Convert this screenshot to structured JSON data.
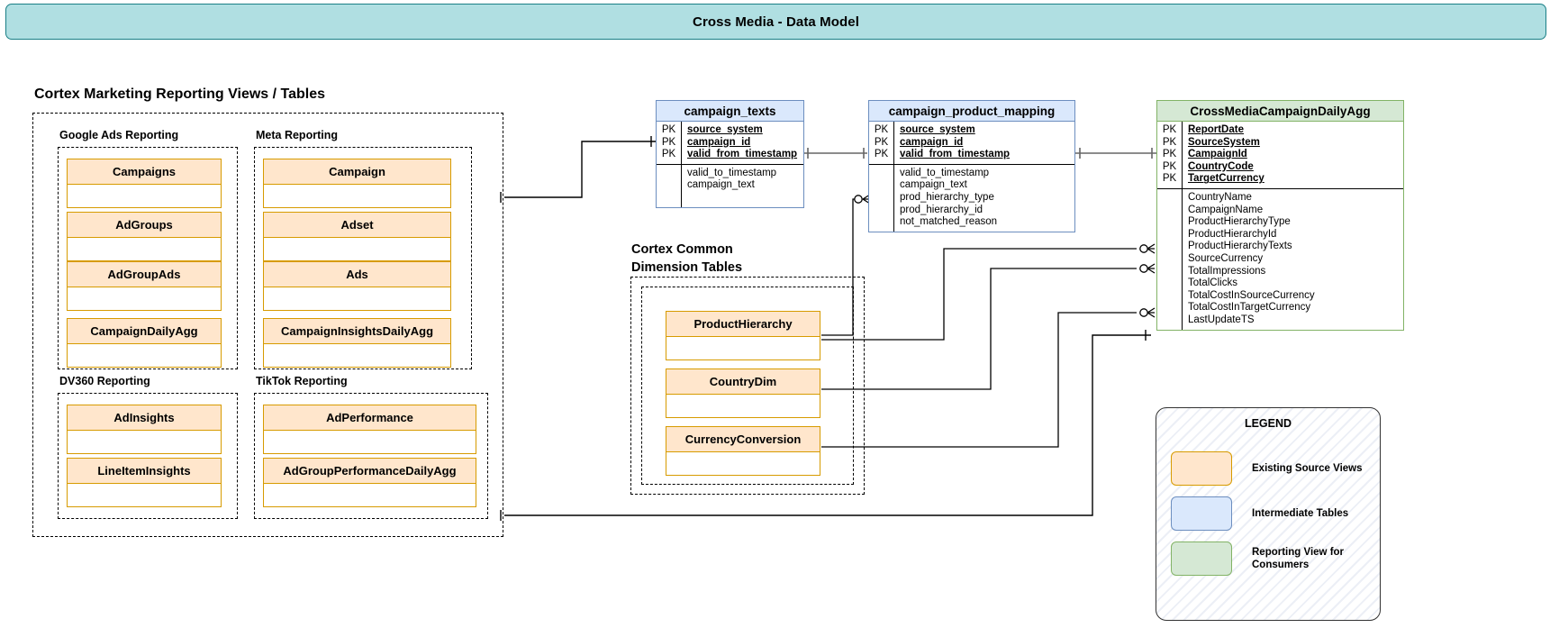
{
  "title": "Cross Media - Data Model",
  "sections": {
    "reporting_views_title": "Cortex Marketing Reporting Views / Tables",
    "common_dimensions_title_line1": "Cortex Common",
    "common_dimensions_title_line2": "Dimension Tables"
  },
  "groups": [
    {
      "name": "google_ads",
      "label": "Google Ads Reporting",
      "entities": [
        "Campaigns",
        "AdGroups",
        "AdGroupAds",
        "CampaignDailyAgg"
      ]
    },
    {
      "name": "meta",
      "label": "Meta Reporting",
      "entities": [
        "Campaign",
        "Adset",
        "Ads",
        "CampaignInsightsDailyAgg"
      ]
    },
    {
      "name": "dv360",
      "label": "DV360 Reporting",
      "entities": [
        "AdInsights",
        "LineItemInsights"
      ]
    },
    {
      "name": "tiktok",
      "label": "TikTok Reporting",
      "entities": [
        "AdPerformance",
        "AdGroupPerformanceDailyAgg"
      ]
    }
  ],
  "dimension_tables": [
    "ProductHierarchy",
    "CountryDim",
    "CurrencyConversion"
  ],
  "tables": {
    "campaign_texts": {
      "name": "campaign_texts",
      "keys": [
        "PK",
        "PK",
        "PK"
      ],
      "pk_columns": [
        "source_system",
        "campaign_id",
        "valid_from_timestamp"
      ],
      "columns": [
        "valid_to_timestamp",
        "campaign_text"
      ]
    },
    "campaign_product_mapping": {
      "name": "campaign_product_mapping",
      "keys": [
        "PK",
        "PK",
        "PK"
      ],
      "pk_columns": [
        "source_system",
        "campaign_id",
        "valid_from_timestamp"
      ],
      "columns": [
        "valid_to_timestamp",
        "campaign_text",
        "prod_hierarchy_type",
        "prod_hierarchy_id",
        "not_matched_reason"
      ]
    },
    "cross_media": {
      "name": "CrossMediaCampaignDailyAgg",
      "keys": [
        "PK",
        "PK",
        "PK",
        "PK",
        "PK"
      ],
      "pk_columns": [
        "ReportDate",
        "SourceSystem",
        "CampaignId",
        "CountryCode",
        "TargetCurrency"
      ],
      "columns": [
        "CountryName",
        "CampaignName",
        "ProductHierarchyType",
        "ProductHierarchyId",
        "ProductHierarchyTexts",
        "SourceCurrency",
        "TotalImpressions",
        "TotalClicks",
        "TotalCostInSourceCurrency",
        "TotalCostInTargetCurrency",
        "LastUpdateTS"
      ]
    }
  },
  "legend": {
    "title": "LEGEND",
    "items": [
      {
        "label": "Existing Source Views",
        "color": "#ffe6cc",
        "border": "#d79b00"
      },
      {
        "label": "Intermediate Tables",
        "color": "#dae8fc",
        "border": "#6c8ebf"
      },
      {
        "label": "Reporting View for\nConsumers",
        "color": "#d5e8d4",
        "border": "#82b366"
      }
    ]
  },
  "colors": {
    "banner_bg": "#b0dfe2",
    "banner_border": "#1a7f86",
    "source_fill": "#ffe6cc",
    "source_stroke": "#d79b00",
    "intermediate_fill": "#dae8fc",
    "intermediate_stroke": "#6c8ebf",
    "reporting_fill": "#d5e8d4",
    "reporting_stroke": "#82b366"
  }
}
